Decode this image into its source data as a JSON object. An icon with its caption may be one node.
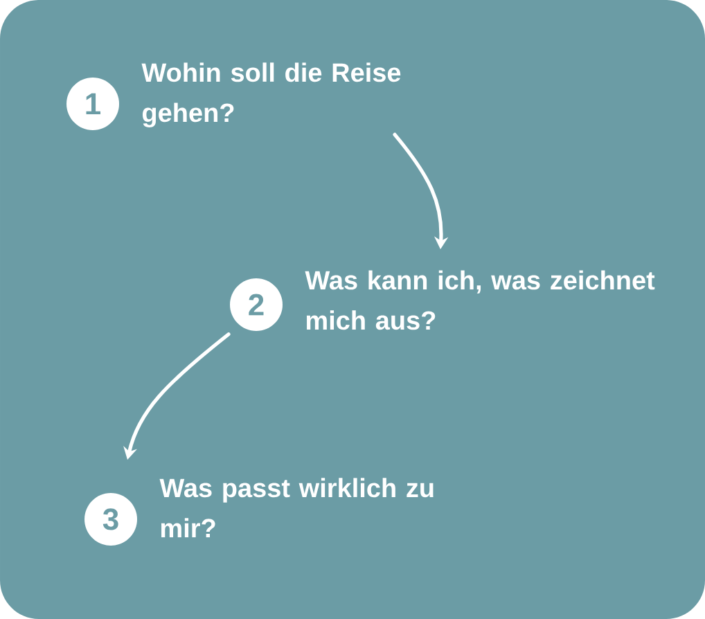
{
  "diagram": {
    "nodes": [
      {
        "text": [
          "1",
          "Wohin soll die Reise gehen?"
        ]
      },
      {
        "text": [
          "2",
          "Was kann ich, was zeichnet mich aus?"
        ]
      },
      {
        "text": [
          "3",
          "Was passt wirklich zu mir?"
        ]
      }
    ],
    "edges": [
      {
        "from": 0,
        "to": 1,
        "arrow": "to"
      },
      {
        "from": 1,
        "to": 2,
        "arrow": "to"
      }
    ]
  }
}
